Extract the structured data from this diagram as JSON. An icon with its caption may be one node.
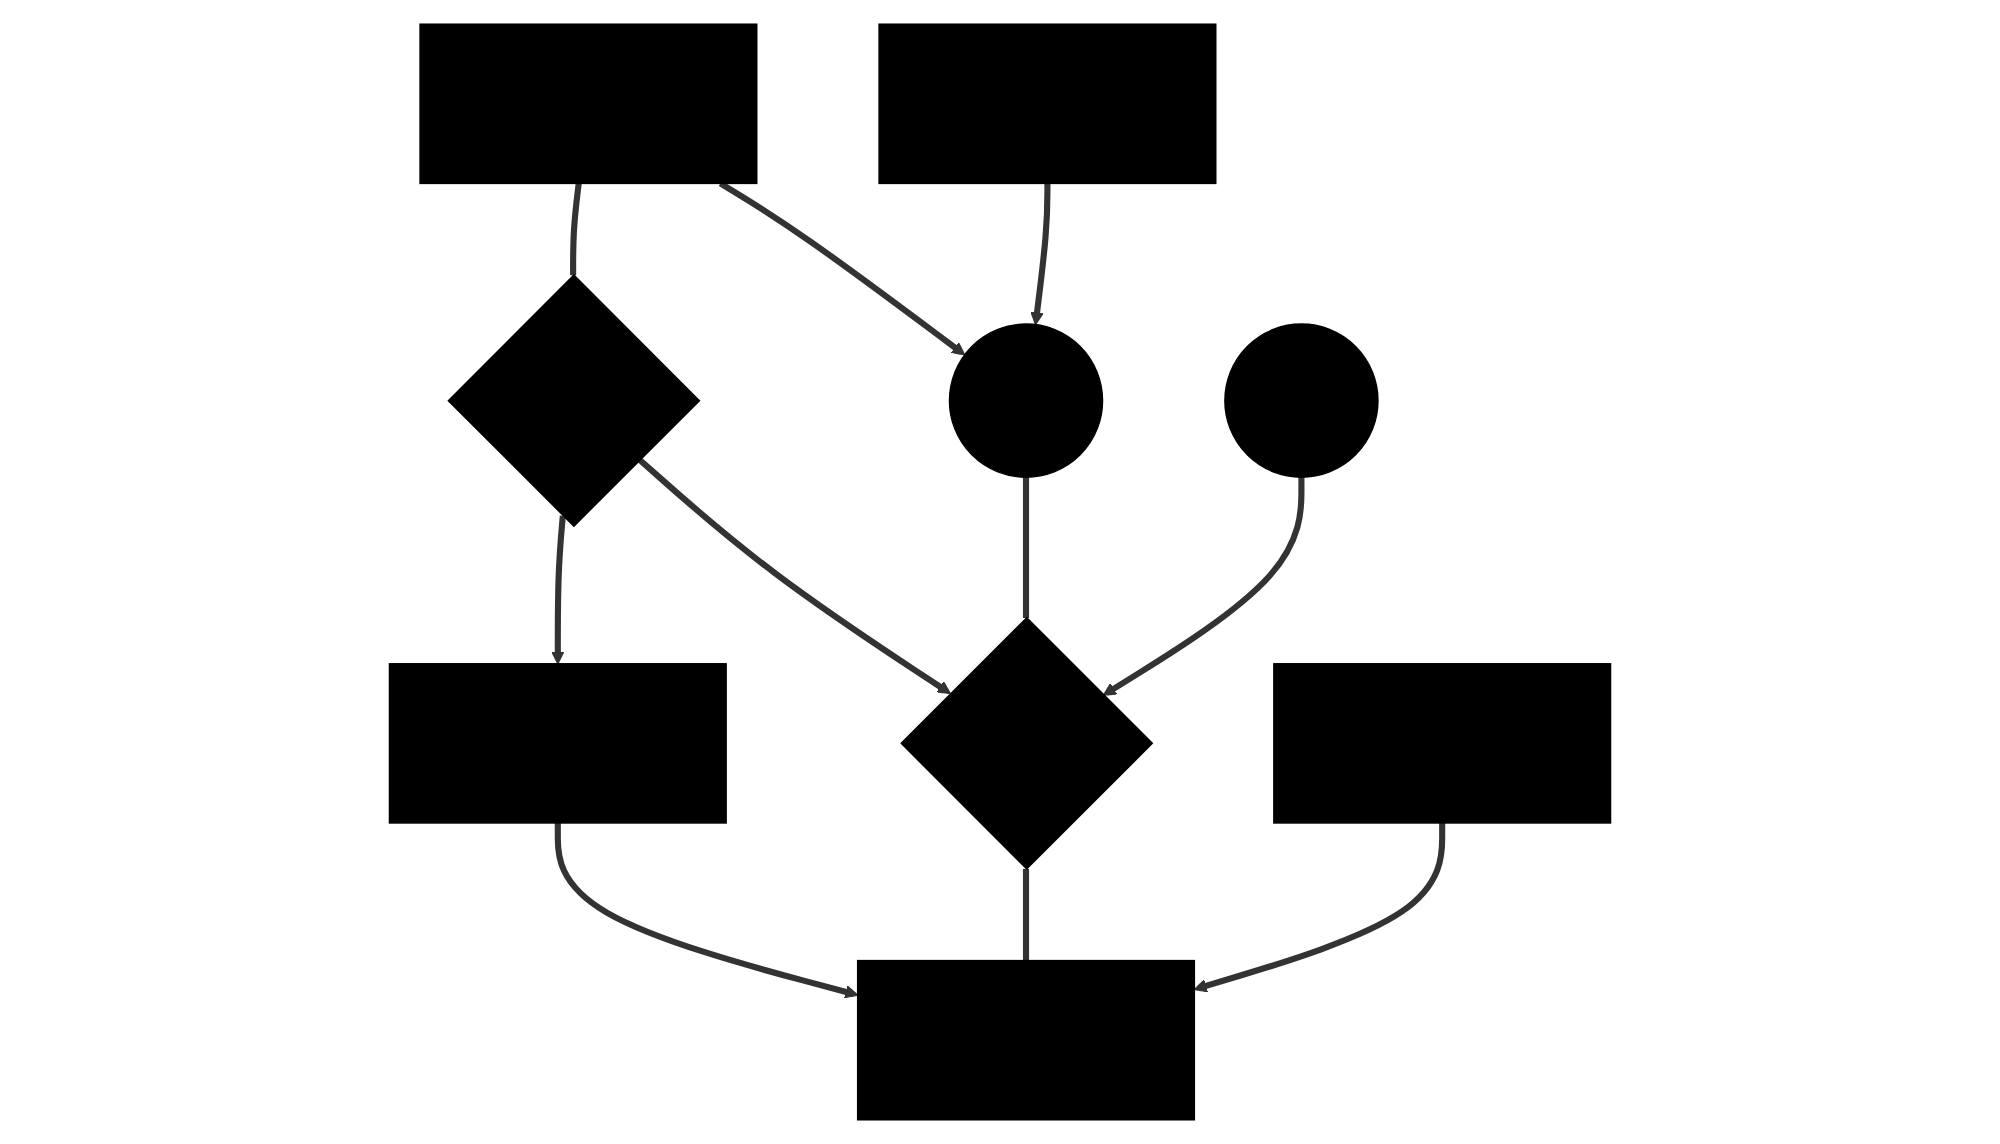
{
  "diagram": {
    "nodes": [
      {
        "text": [],
        "shape": "box"
      },
      {
        "text": [],
        "shape": "diamond"
      },
      {
        "text": [],
        "shape": "box"
      },
      {
        "text": [],
        "shape": "circle"
      },
      {
        "text": [],
        "shape": "diamond"
      },
      {
        "text": [],
        "shape": "box"
      },
      {
        "text": [],
        "shape": "box"
      },
      {
        "text": [],
        "shape": "circle"
      },
      {
        "text": [],
        "shape": "box"
      }
    ],
    "edges": [
      {
        "from": 0,
        "to": 1,
        "arrow": "none"
      },
      {
        "from": 1,
        "to": 2,
        "arrow": "to"
      },
      {
        "from": 0,
        "to": 3,
        "arrow": "to"
      },
      {
        "from": 1,
        "to": 4,
        "arrow": "to"
      },
      {
        "from": 2,
        "to": 5,
        "arrow": "to"
      },
      {
        "from": 3,
        "to": 4,
        "arrow": "none"
      },
      {
        "from": 4,
        "to": 5,
        "arrow": "none"
      },
      {
        "from": 6,
        "to": 3,
        "arrow": "to"
      },
      {
        "from": 7,
        "to": 4,
        "arrow": "to"
      },
      {
        "from": 8,
        "to": 5,
        "arrow": "to"
      }
    ]
  }
}
